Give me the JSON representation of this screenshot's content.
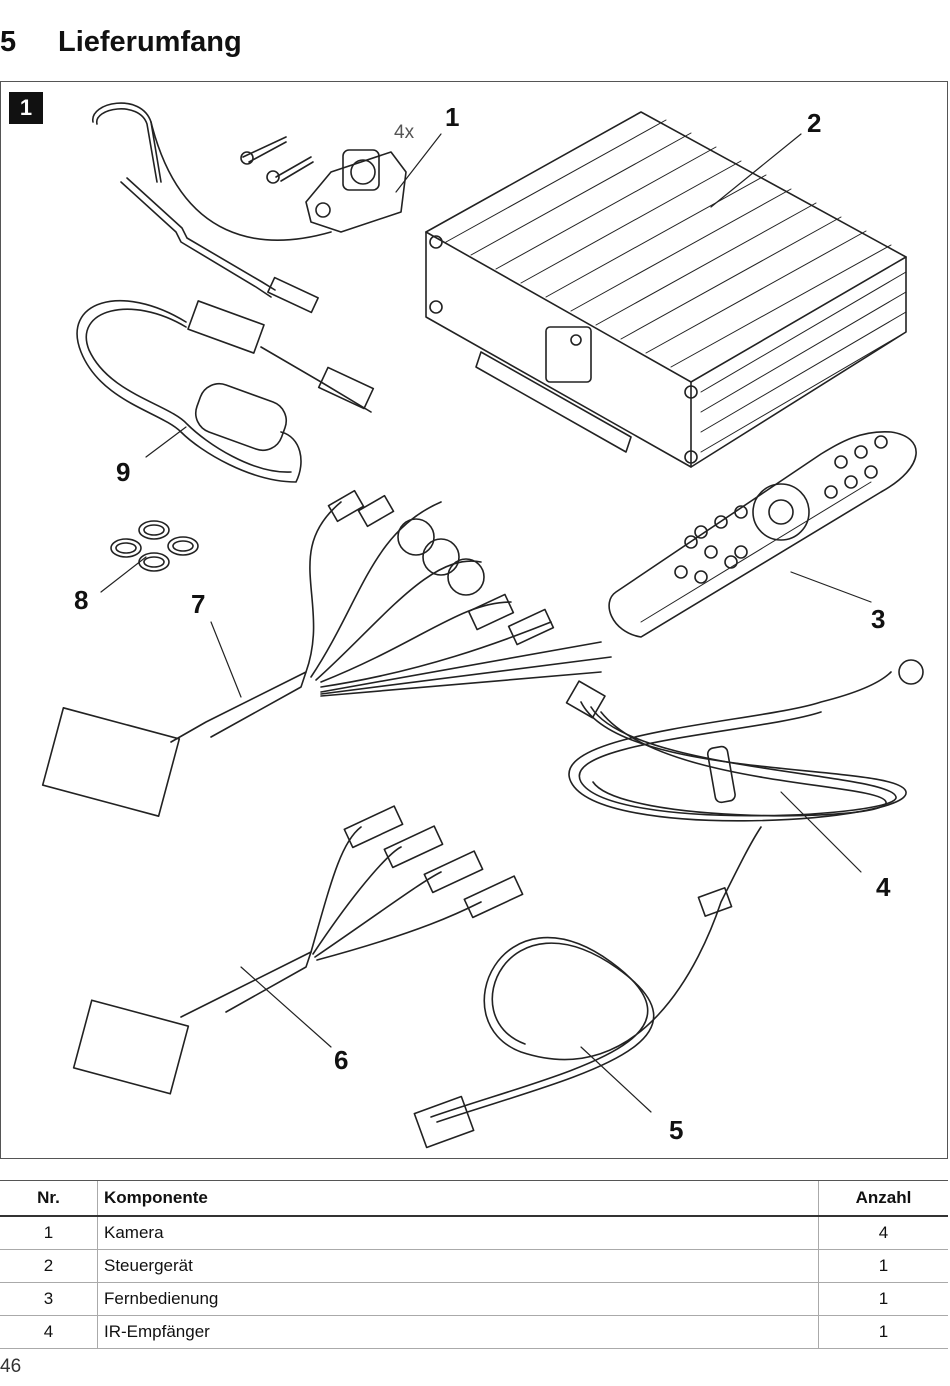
{
  "section": {
    "number": "5",
    "title": "Lieferumfang"
  },
  "figure": {
    "badge": "1",
    "quantity_mark": "4x",
    "callouts": [
      "1",
      "2",
      "3",
      "4",
      "5",
      "6",
      "7",
      "8",
      "9"
    ],
    "components": [
      "camera",
      "control-unit",
      "remote-control",
      "ir-receiver",
      "power-cable",
      "video-cable",
      "wiring-harness",
      "o-rings",
      "camera-extension-cable"
    ]
  },
  "table": {
    "headers": [
      "Nr.",
      "Komponente",
      "Anzahl"
    ],
    "rows": [
      [
        "1",
        "Kamera",
        "4"
      ],
      [
        "2",
        "Steuergerät",
        "1"
      ],
      [
        "3",
        "Fernbedienung",
        "1"
      ],
      [
        "4",
        "IR-Empfänger",
        "1"
      ]
    ]
  },
  "page_number": "46"
}
